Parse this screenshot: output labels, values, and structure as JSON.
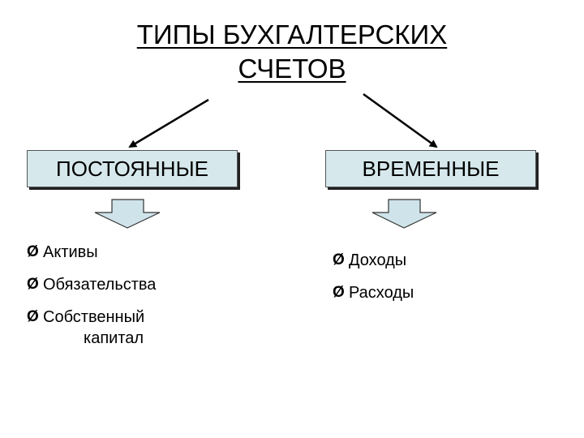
{
  "title": {
    "line1": "ТИПЫ БУХГАЛТЕРСКИХ",
    "line2": "СЧЕТОВ"
  },
  "categories": [
    {
      "label": "ПОСТОЯННЫЕ",
      "items": [
        "Активы",
        "Обязательства",
        "Собственный"
      ],
      "last_item_continuation": "капитал"
    },
    {
      "label": "ВРЕМЕННЫЕ",
      "items": [
        "Доходы",
        "Расходы"
      ]
    }
  ],
  "bullet_glyph": "Ø",
  "colors": {
    "box_fill": "#d6e8ec",
    "block_arrow_fill": "#cfe3ea"
  }
}
